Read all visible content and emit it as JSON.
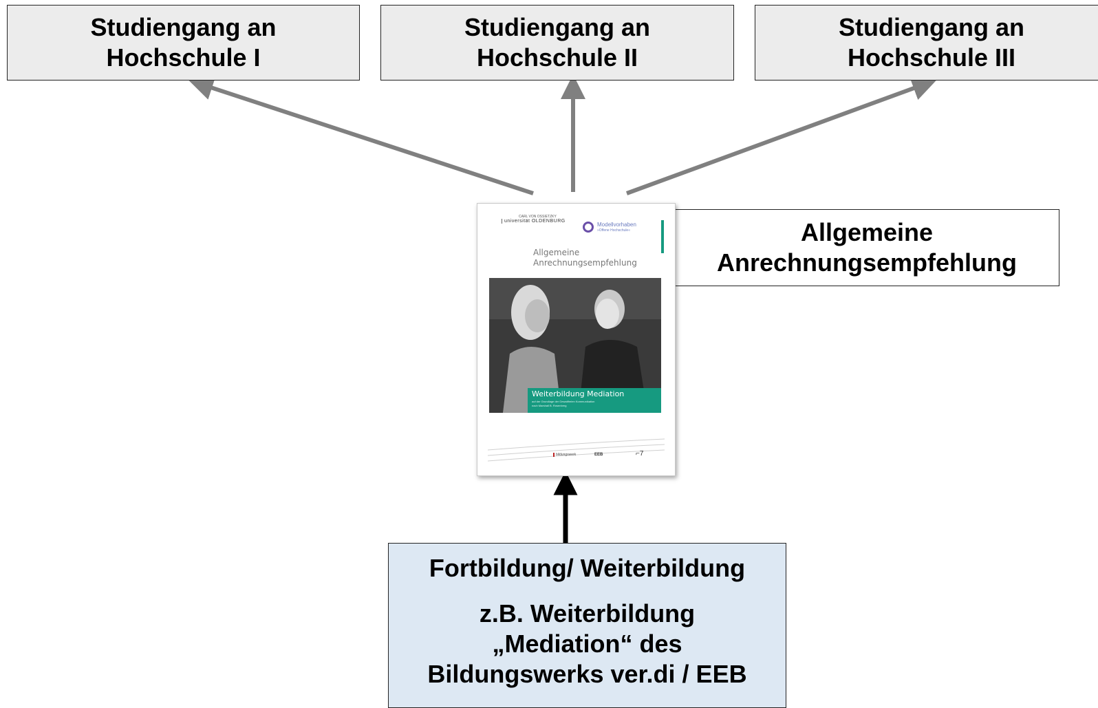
{
  "boxes": {
    "hochschule_1": [
      "Studiengang an",
      "Hochschule I"
    ],
    "hochschule_2": [
      "Studiengang an",
      "Hochschule II"
    ],
    "hochschule_3": [
      "Studiengang an",
      "Hochschule III"
    ],
    "recommendation": [
      "Allgemeine",
      "Anrechnungsempfehlung"
    ],
    "training": {
      "title": "Fortbildung/ Weiterbildung",
      "example": [
        "z.B. Weiterbildung",
        "„Mediation“ des",
        "Bildungswerks ver.di / EEB"
      ]
    }
  },
  "document_cover": {
    "university_logo": "universität OLDENBURG",
    "university_small": "CARL VON OSSIETZKY",
    "project_logo": [
      "Modellvorhaben",
      "»Offene Hochschule«"
    ],
    "title": [
      "Allgemeine",
      "Anrechnungsempfehlung"
    ],
    "band_title": "Weiterbildung Mediation",
    "band_subtitle": [
      "auf der Grundlage der Gewaltfreien Kommunikation",
      "nach Marshall B. Rosenberg"
    ],
    "footer_logos": [
      "bildungswerk",
      "EEB",
      "⌐7"
    ]
  },
  "colors": {
    "top_box_fill": "#ececec",
    "training_box_fill": "#dde8f3",
    "arrow_gray": "#808080",
    "arrow_black": "#000000",
    "cover_green": "#169a80"
  }
}
